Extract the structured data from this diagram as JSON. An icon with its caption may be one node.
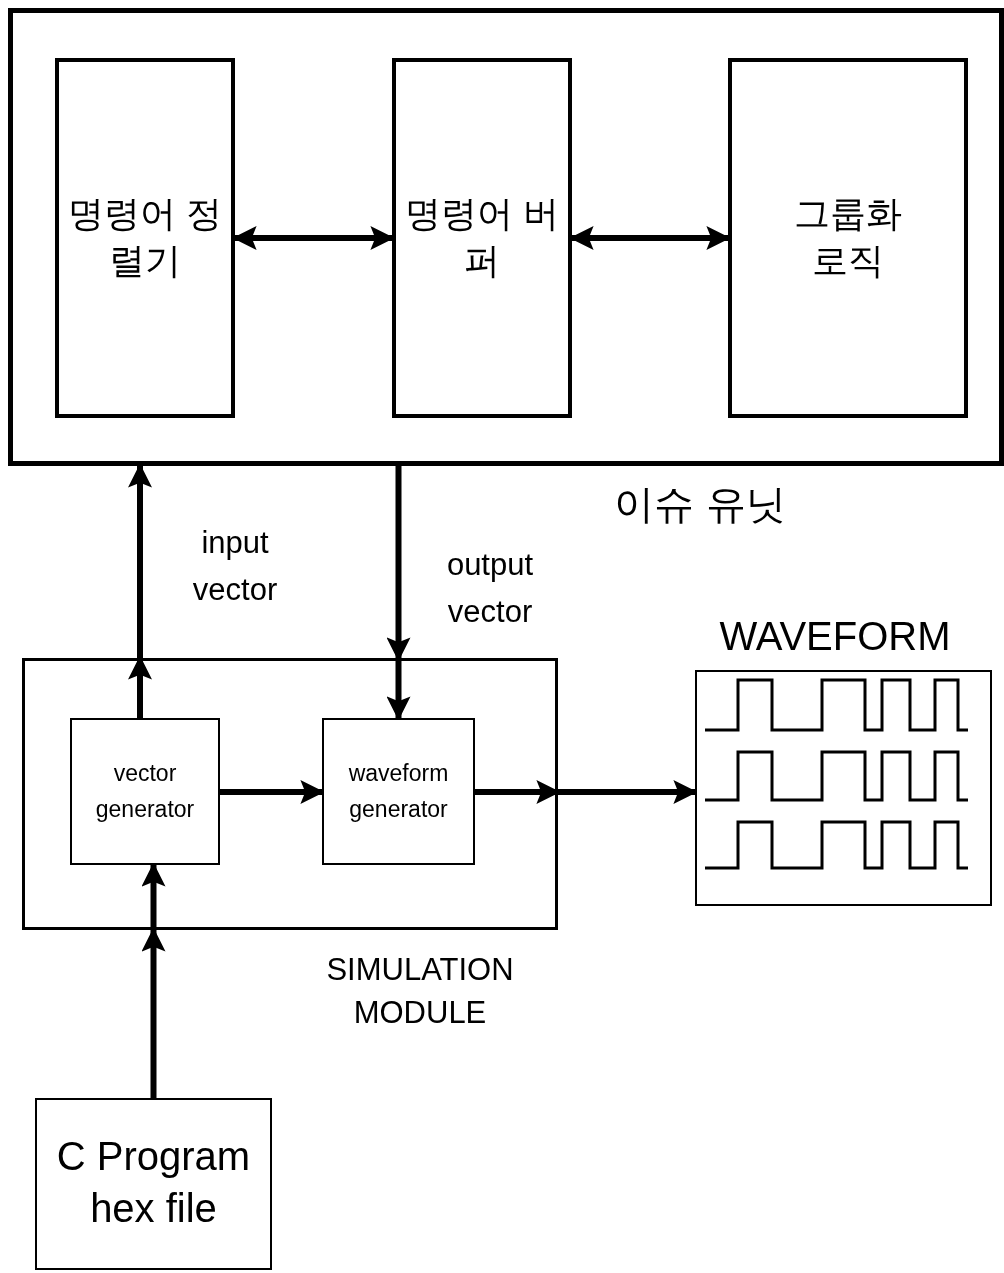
{
  "diagram": {
    "nodes": [
      {
        "text": [
          "이슈 유닛"
        ]
      },
      {
        "text": [
          "명령어 정렬기"
        ],
        "in": 0
      },
      {
        "text": [
          "명령어 버퍼"
        ],
        "in": 0
      },
      {
        "text": [
          "그룹화 로직"
        ],
        "in": 0
      },
      {
        "text": [
          "SIMULATION MODULE"
        ]
      },
      {
        "text": [
          "vector generator"
        ],
        "in": 4
      },
      {
        "text": [
          "waveform generator"
        ],
        "in": 4
      },
      {
        "text": [
          "WAVEFORM"
        ]
      },
      {
        "text": [
          "C Program hex file"
        ]
      }
    ],
    "edges": [
      {
        "from": 1,
        "to": 2,
        "arrow": "both"
      },
      {
        "from": 2,
        "to": 3,
        "arrow": "both"
      },
      {
        "from": 5,
        "to": 0,
        "arrow": "to",
        "label": "input vector"
      },
      {
        "from": 0,
        "to": 6,
        "arrow": "to",
        "label": "output vector"
      },
      {
        "from": 5,
        "to": 6,
        "arrow": "to"
      },
      {
        "from": 6,
        "to": 7,
        "arrow": "to"
      },
      {
        "from": 8,
        "to": 5,
        "arrow": "to"
      }
    ]
  }
}
